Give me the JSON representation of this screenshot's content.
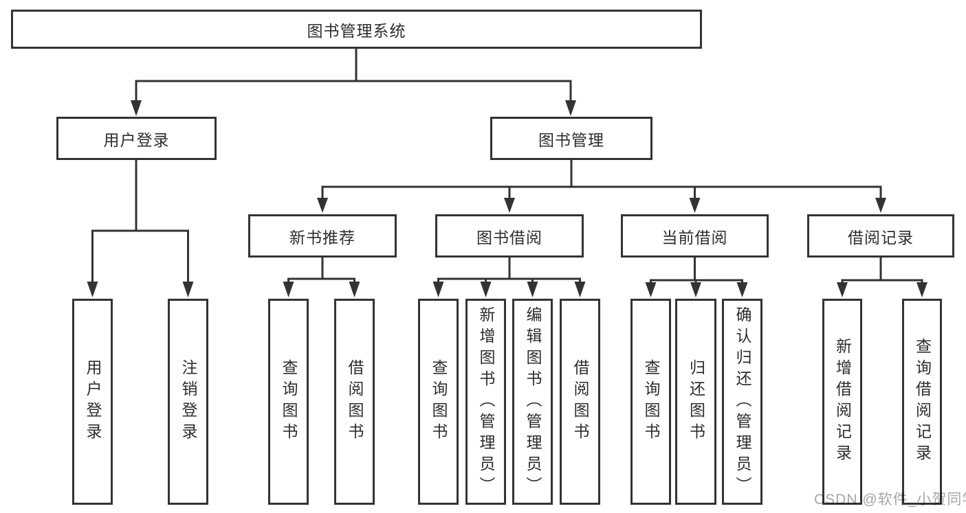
{
  "tree": {
    "label": "图书管理系统",
    "children": [
      {
        "label": "用户登录",
        "children": [
          {
            "label": "用户登录"
          },
          {
            "label": "注销登录"
          }
        ]
      },
      {
        "label": "图书管理",
        "children": [
          {
            "label": "新书推荐",
            "children": [
              {
                "label": "查询图书"
              },
              {
                "label": "借阅图书"
              }
            ]
          },
          {
            "label": "图书借阅",
            "children": [
              {
                "label": "查询图书"
              },
              {
                "label": "新增图书（管理员）"
              },
              {
                "label": "编辑图书（管理员）"
              },
              {
                "label": "借阅图书"
              }
            ]
          },
          {
            "label": "当前借阅",
            "children": [
              {
                "label": "查询图书"
              },
              {
                "label": "归还图书"
              },
              {
                "label": "确认归还（管理员）"
              }
            ]
          },
          {
            "label": "借阅记录",
            "children": [
              {
                "label": "新增借阅记录"
              },
              {
                "label": "查询借阅记录"
              }
            ]
          }
        ]
      }
    ]
  },
  "watermark": {
    "text": "CSDN @软件_小贺同学"
  },
  "colors": {
    "line": "#333333",
    "text": "#2d2d2d",
    "background": "#ffffff",
    "watermark_color": "#a6a6a6"
  }
}
